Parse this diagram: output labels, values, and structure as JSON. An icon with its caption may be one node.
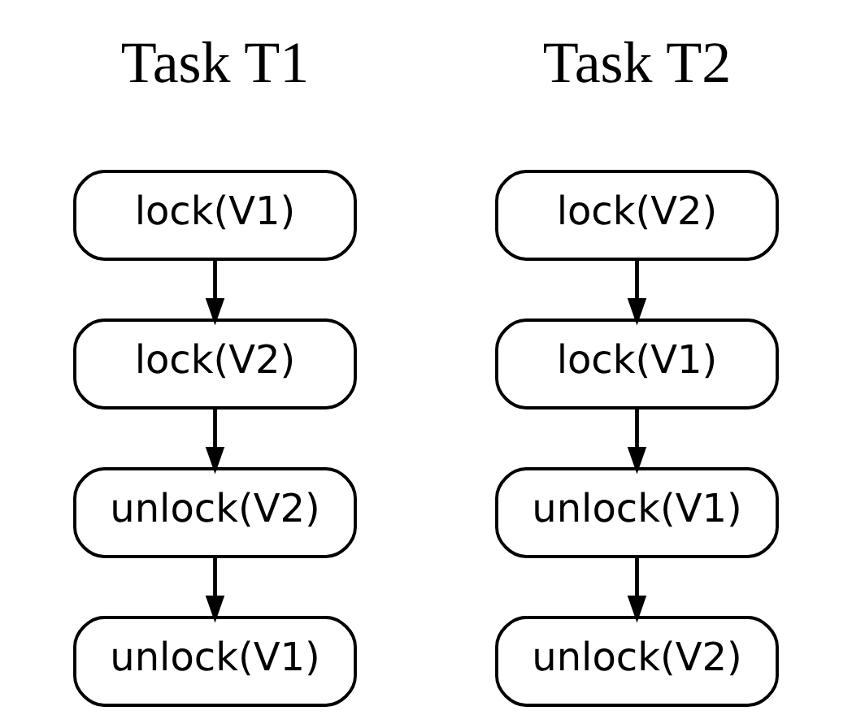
{
  "diagram": {
    "nodes": [
      {
        "text": [
          "lock(V1)"
        ]
      },
      {
        "text": [
          "lock(V2)"
        ]
      },
      {
        "text": [
          "unlock(V2)"
        ]
      },
      {
        "text": [
          "unlock(V1)"
        ]
      },
      {
        "text": [
          "lock(V2)"
        ]
      },
      {
        "text": [
          "lock(V1)"
        ]
      },
      {
        "text": [
          "unlock(V1)"
        ]
      },
      {
        "text": [
          "unlock(V2)"
        ]
      }
    ],
    "edges": [
      {
        "from": 0,
        "to": 1,
        "arrow": "to"
      },
      {
        "from": 1,
        "to": 2,
        "arrow": "to"
      },
      {
        "from": 2,
        "to": 3,
        "arrow": "to"
      },
      {
        "from": 4,
        "to": 5,
        "arrow": "to"
      },
      {
        "from": 5,
        "to": 6,
        "arrow": "to"
      },
      {
        "from": 6,
        "to": 7,
        "arrow": "to"
      }
    ],
    "labels": [
      "Task T1",
      "Task T2"
    ]
  }
}
